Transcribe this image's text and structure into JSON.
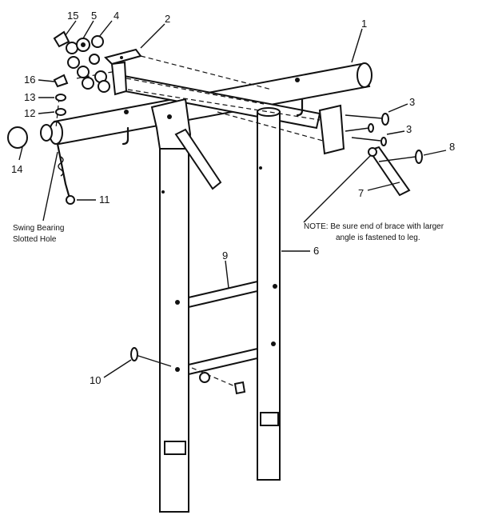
{
  "callouts": {
    "c1": "1",
    "c2": "2",
    "c3a": "3",
    "c3b": "3",
    "c4": "4",
    "c5": "5",
    "c6": "6",
    "c7": "7",
    "c8": "8",
    "c9": "9",
    "c10": "10",
    "c11": "11",
    "c12": "12",
    "c13": "13",
    "c14": "14",
    "c15": "15",
    "c16": "16"
  },
  "labels": {
    "swing_bearing_line1": "Swing Bearing",
    "swing_bearing_line2": "Slotted Hole",
    "note_line1": "NOTE: Be sure end of brace with larger",
    "note_line2": "angle is fastened to leg."
  }
}
